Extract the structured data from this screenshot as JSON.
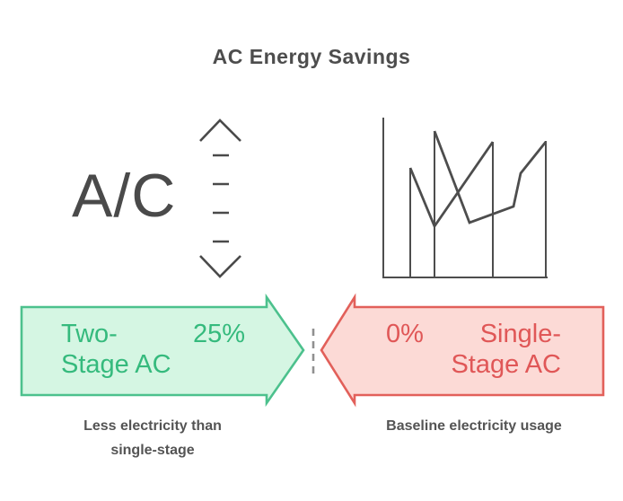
{
  "title": "AC Energy Savings",
  "ac_icon": {
    "label": "A/C"
  },
  "comparison": {
    "two_stage": {
      "name_line1": "Two-",
      "name_line2": "Stage AC",
      "value": "25%",
      "caption_line1": "Less electricity than",
      "caption_line2": "single-stage"
    },
    "single_stage": {
      "value": "0%",
      "name_line1": "Single-",
      "name_line2": "Stage AC",
      "caption": "Baseline electricity usage"
    }
  },
  "icons": {
    "left": "ac-updown-arrow-icon",
    "right": "line-chart-icon"
  },
  "colors": {
    "green_fill": "#d5f6e3",
    "green_border": "#4cc18d",
    "green_text": "#35ba7d",
    "red_fill": "#fcdad6",
    "red_border": "#e2605a",
    "red_text": "#e05757",
    "title_gray": "#4d4d4d",
    "line_art_gray": "#4a4a4a",
    "dash_gray": "#909090"
  }
}
